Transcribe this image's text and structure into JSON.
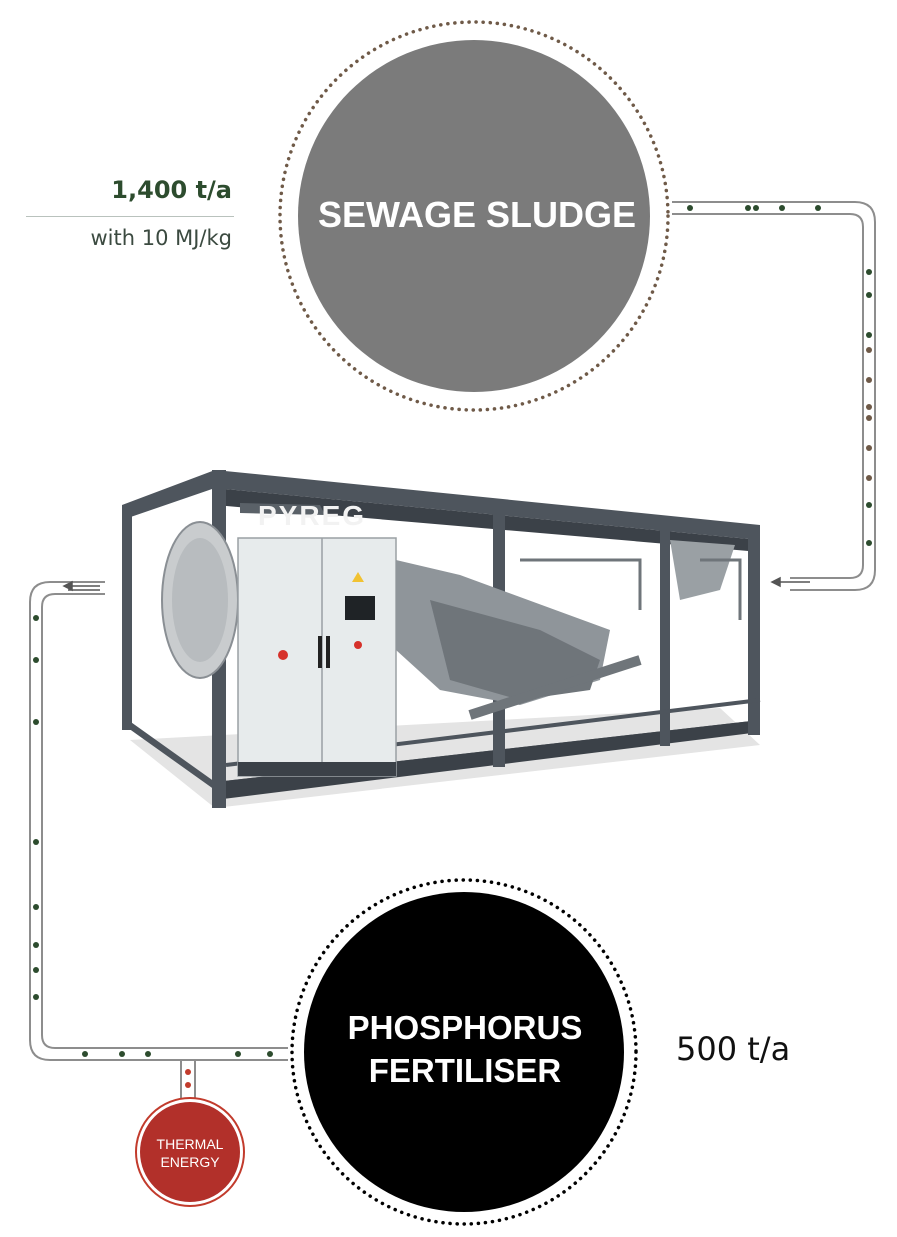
{
  "input": {
    "amount": "1,400 t/a",
    "energy_content": "with 10 MJ/kg",
    "color": "#2d4c2e"
  },
  "nodes": {
    "sewage_sludge": {
      "label": "SEWAGE SLUDGE",
      "fill": "#7b7b7b"
    },
    "phosphorus_fertiliser": {
      "label_line1": "PHOSPHORUS",
      "label_line2": "FERTILISER",
      "fill": "#000000"
    },
    "thermal_energy": {
      "label_line1": "THERMAL",
      "label_line2": "ENERGY",
      "fill": "#b2302a"
    }
  },
  "output": {
    "amount": "500 t/a"
  },
  "machine": {
    "brand": "PYREG",
    "frame_color": "#4e555d",
    "cabinet_color": "#e7ebec"
  },
  "colors": {
    "pipe": "#8d8d8d",
    "dot_dark": "#2d4c2e",
    "dot_brown": "#6f5a48",
    "dot_red": "#c23b2c",
    "input_rule": "#b9c2bd",
    "input_energy_text": "#3b4a40"
  }
}
